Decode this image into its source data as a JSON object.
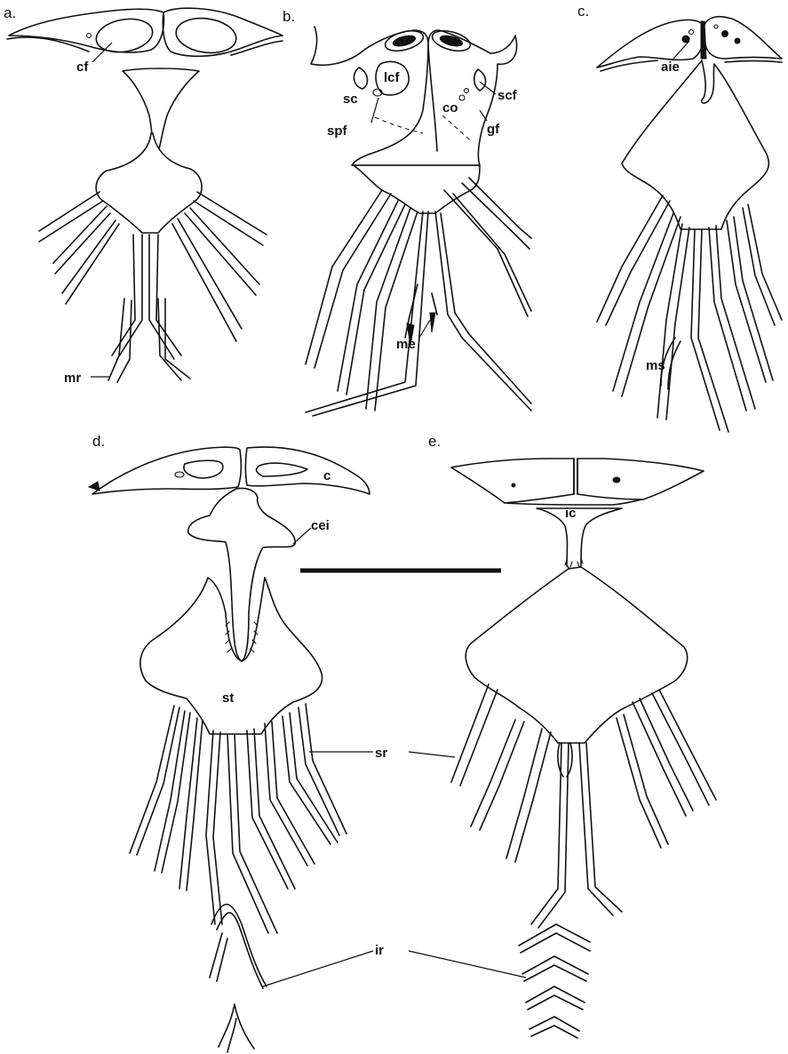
{
  "figure": {
    "panels": [
      {
        "id": "a",
        "label": "a."
      },
      {
        "id": "b",
        "label": "b."
      },
      {
        "id": "c",
        "label": "c."
      },
      {
        "id": "d",
        "label": "d."
      },
      {
        "id": "e",
        "label": "e."
      }
    ],
    "annotations": {
      "cf": "cf",
      "mr": "mr",
      "sc": "sc",
      "lcf": "lcf",
      "spf": "spf",
      "co": "co",
      "scf": "scf",
      "gf": "gf",
      "me": "me",
      "aie": "aie",
      "ms": "ms",
      "c": "c",
      "cei": "cei",
      "st": "st",
      "sr": "sr",
      "ir": "ir",
      "ic": "ic"
    },
    "colors": {
      "ink": "#111111",
      "background": "#ffffff"
    }
  }
}
